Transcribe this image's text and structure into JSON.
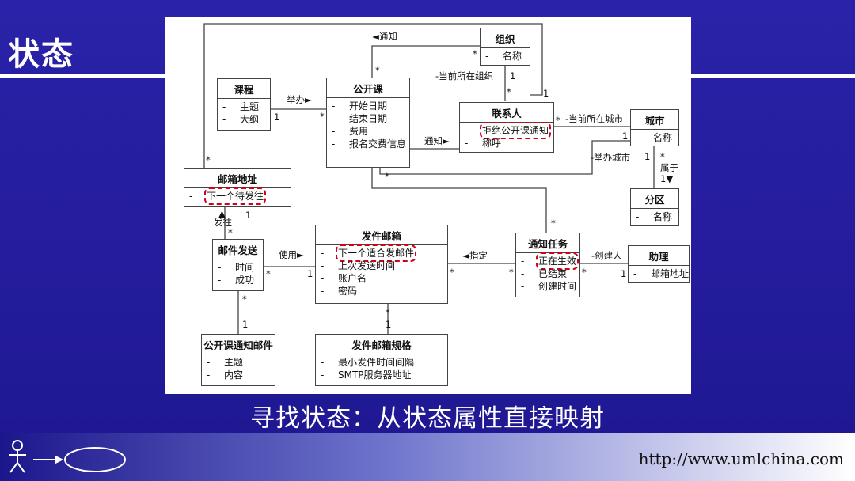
{
  "slide": {
    "title": "状态",
    "subtitle": "寻找状态：从状态属性直接映射",
    "footer_url": "http://www.umlchina.com"
  },
  "colors": {
    "background": "#241c9c",
    "highlight_box": "#d0021b",
    "line": "#444444"
  },
  "classes": {
    "course": {
      "name": "课程",
      "attrs": [
        "主题",
        "大纲"
      ]
    },
    "public_course": {
      "name": "公开课",
      "attrs": [
        "开始日期",
        "结束日期",
        "费用",
        "报名交费信息"
      ]
    },
    "organization": {
      "name": "组织",
      "attrs": [
        "名称"
      ]
    },
    "contact": {
      "name": "联系人",
      "attrs": [
        "拒绝公开课通知",
        "称呼"
      ]
    },
    "city": {
      "name": "城市",
      "attrs": [
        "名称"
      ]
    },
    "district": {
      "name": "分区",
      "attrs": [
        "名称"
      ]
    },
    "mail_address": {
      "name": "邮箱地址",
      "attrs": [
        "下一个待发往"
      ]
    },
    "mail_send": {
      "name": "邮件发送",
      "attrs": [
        "时间",
        "成功"
      ]
    },
    "sender_mailbox": {
      "name": "发件邮箱",
      "attrs": [
        "下一个适合发邮件",
        "上次发送时间",
        "账户名",
        "密码"
      ]
    },
    "notify_task": {
      "name": "通知任务",
      "attrs": [
        "正在生效",
        "已结束",
        "创建时间"
      ]
    },
    "assistant": {
      "name": "助理",
      "attrs": [
        "邮箱地址"
      ]
    },
    "course_notify_mail": {
      "name": "公开课通知邮件",
      "attrs": [
        "主题",
        "内容"
      ]
    },
    "mailbox_spec": {
      "name": "发件邮箱规格",
      "attrs": [
        "最小发件时间间隔",
        "SMTP服务器地址"
      ]
    }
  },
  "visibility_mark": "-",
  "association_labels": {
    "notify_top": "◄通知",
    "hold": "举办►",
    "current_org": "-当前所在组织",
    "notify_mid": "通知►",
    "current_city": "-当前所在城市",
    "hold_city": "-举办城市",
    "belongs": "属于",
    "send_to": "发往",
    "use": "使用►",
    "assign": "◄指定",
    "creator": "-创建人"
  },
  "multiplicities": {
    "star": "*",
    "one": "1",
    "belongs_one": "1▼",
    "send_to_arrow": "▲"
  }
}
